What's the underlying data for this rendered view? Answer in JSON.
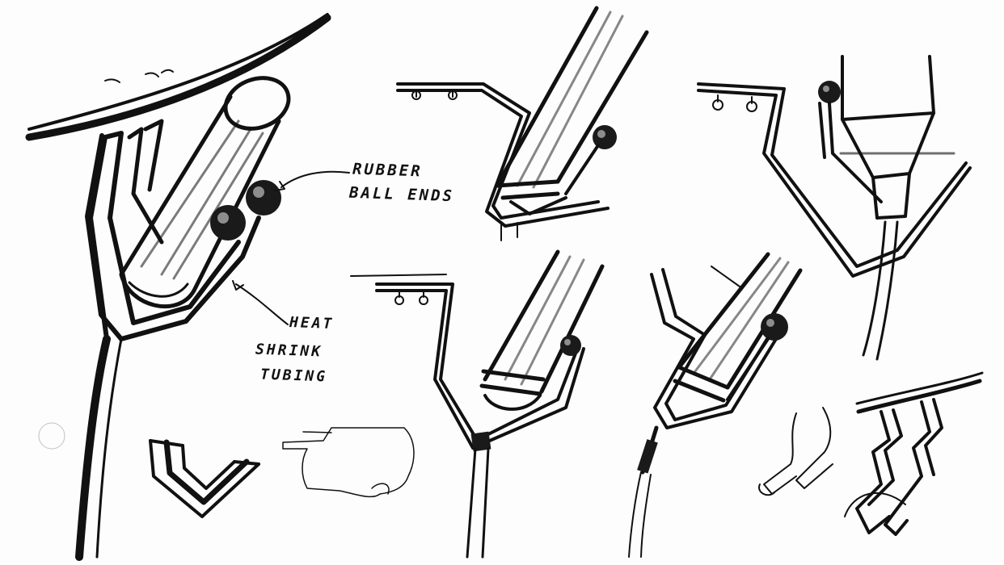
{
  "annotations": {
    "rubber_ball_ends": [
      "RUBBER",
      "BALL ENDS"
    ],
    "heat_shrink_tubing": [
      "HEAT",
      "SHRINK",
      "TUBING"
    ]
  },
  "colors": {
    "ink": "#111111",
    "paper": "#fdfdfd"
  }
}
